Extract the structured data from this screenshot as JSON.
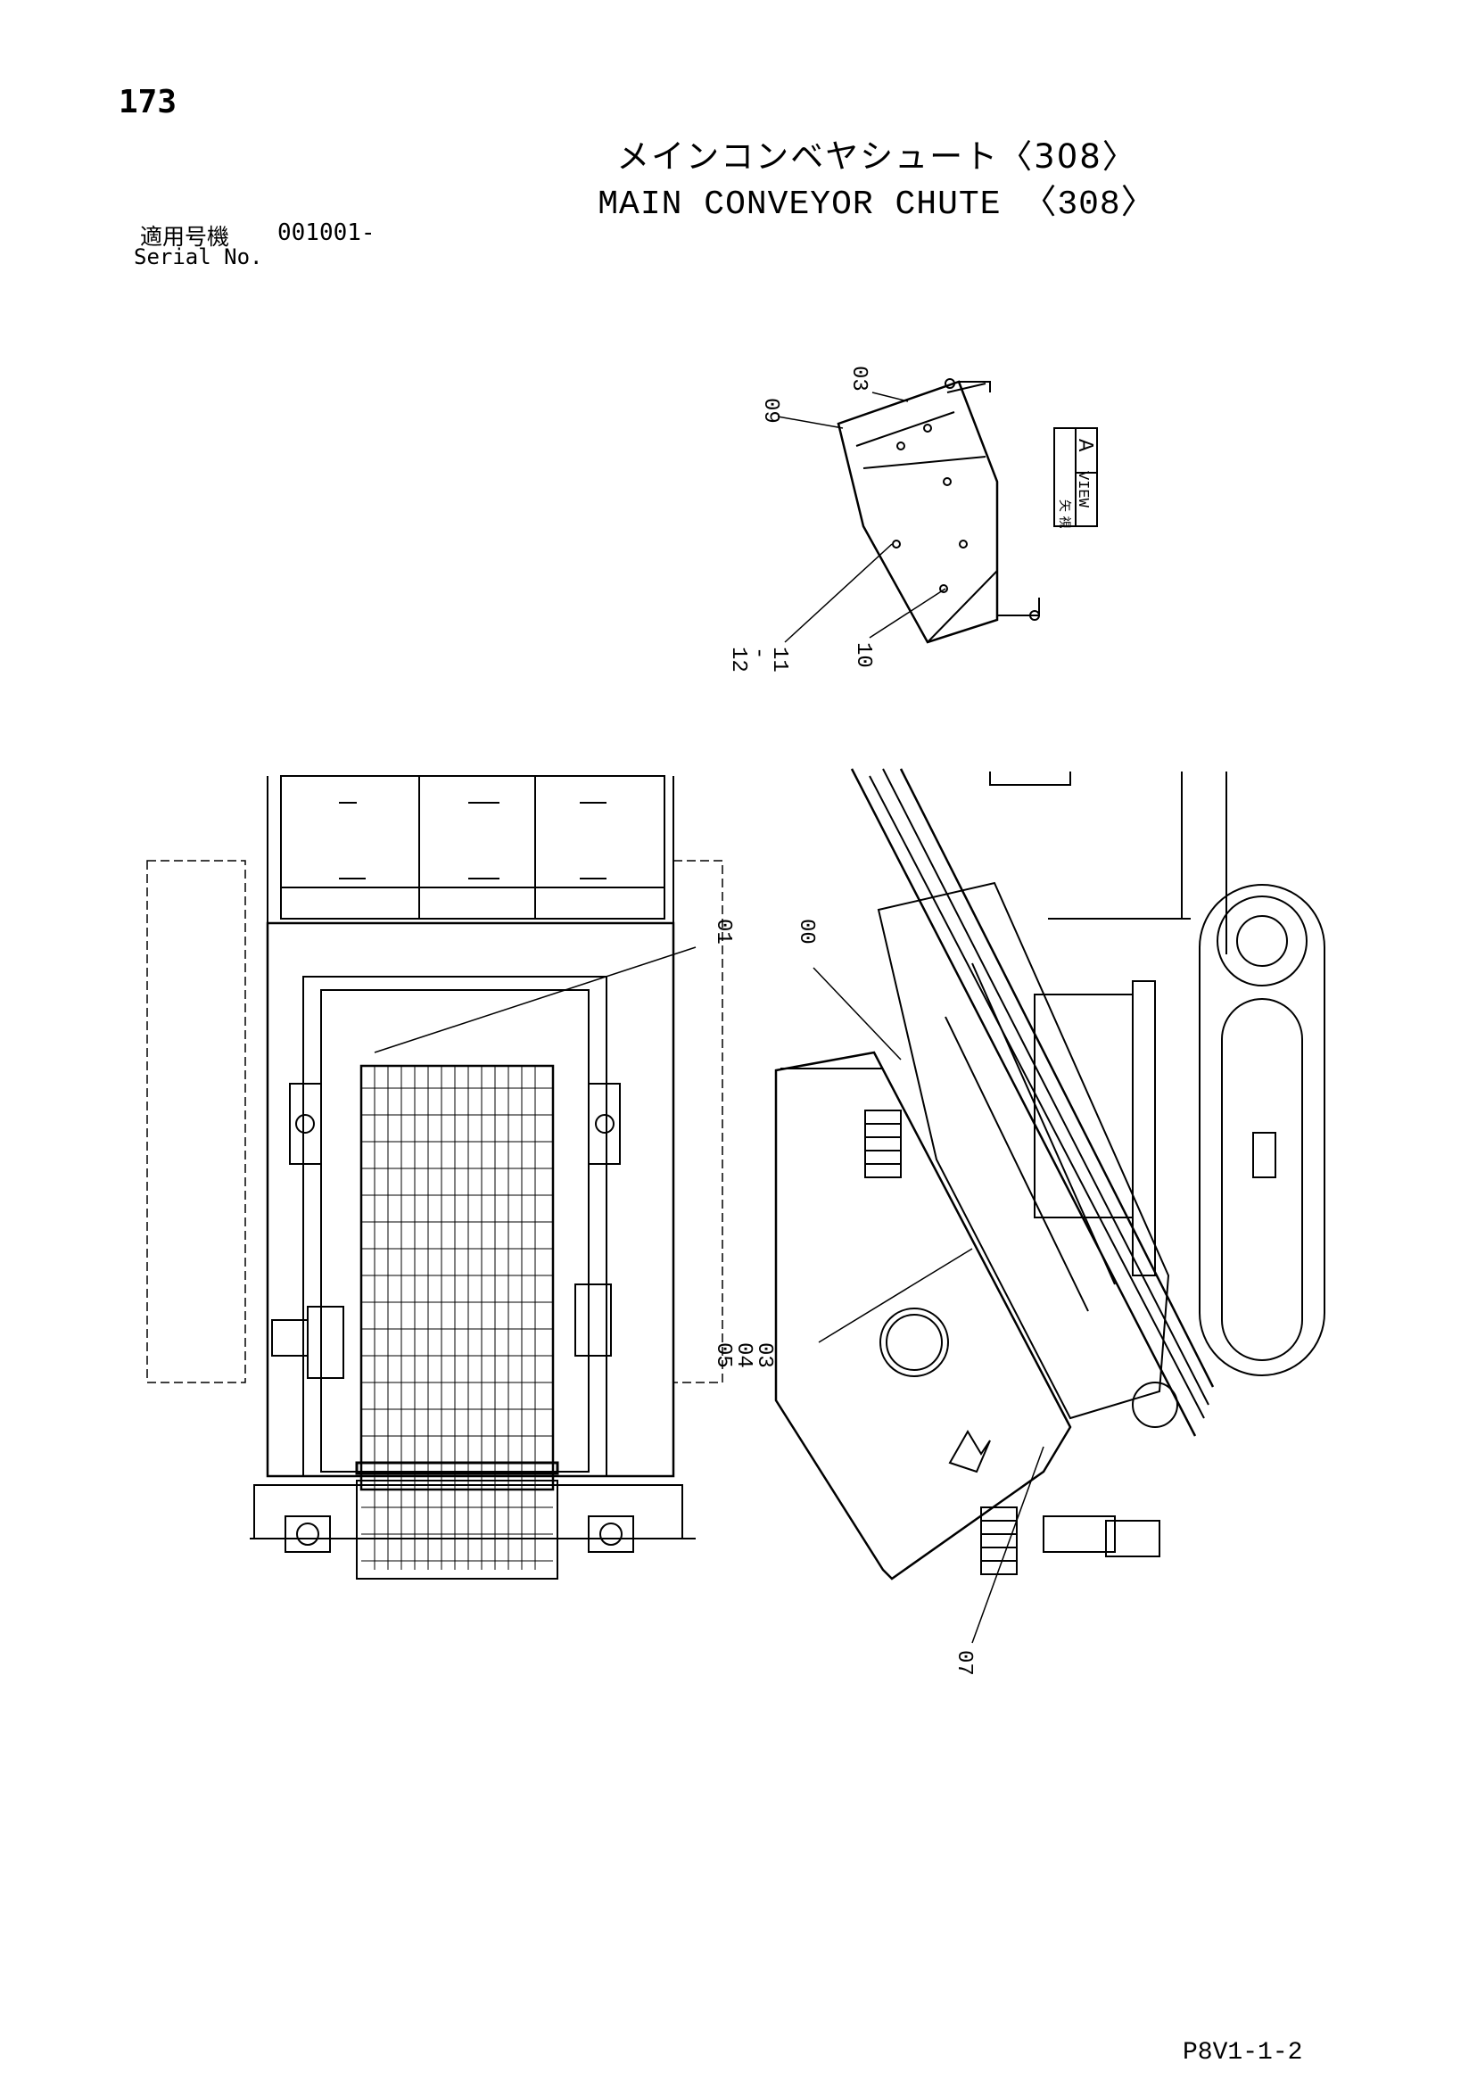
{
  "page_number": "173",
  "title_jp": "メインコンベヤシュート〈308〉",
  "title_en": "MAIN CONVEYOR CHUTE 〈308〉",
  "serial": {
    "label_jp": "適用号機",
    "label_en": "Serial No.",
    "value": "001001-"
  },
  "view_marker": {
    "label_jp": "矢 視",
    "label_en": "VIEW",
    "letter": "A"
  },
  "callouts": {
    "c00": "00",
    "c01": "01",
    "c03_top": "03",
    "c09": "09",
    "c10": "10",
    "c11_12": "12\n-\n11",
    "c07": "07",
    "c03_04_05": "05\n-\n04\n-\n03"
  },
  "doc_code": "P8V1-1-2"
}
